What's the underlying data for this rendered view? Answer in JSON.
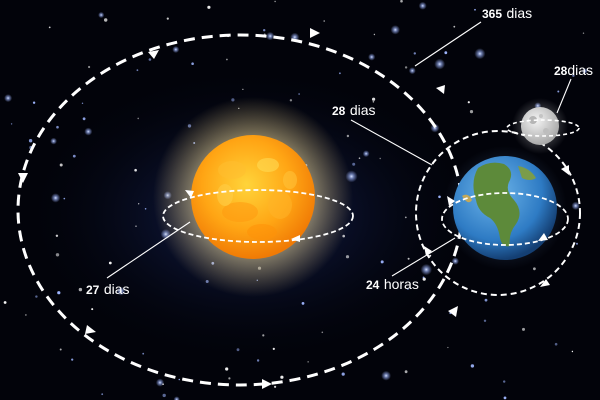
{
  "colors": {
    "background": "#02030a",
    "star": "#9fb6ff",
    "sun_core": "#ffcf2e",
    "sun_edge": "#f07a05",
    "earth_ocean": "#2e7bc4",
    "earth_land": "#5d8a3a",
    "moon": "#d9d9d9",
    "orbit_line": "#ffffff"
  },
  "labels": {
    "earth_orbit": {
      "number": "365",
      "unit": "dias"
    },
    "moon_rotation": {
      "number": "28",
      "unit": "dias"
    },
    "moon_orbit": {
      "number": "28",
      "unit": "dias"
    },
    "sun_rotation": {
      "number": "27",
      "unit": "dias"
    },
    "earth_rotation": {
      "number": "24",
      "unit": "horas"
    }
  },
  "bodies": {
    "sun": "sun",
    "earth": "earth",
    "moon": "moon"
  }
}
